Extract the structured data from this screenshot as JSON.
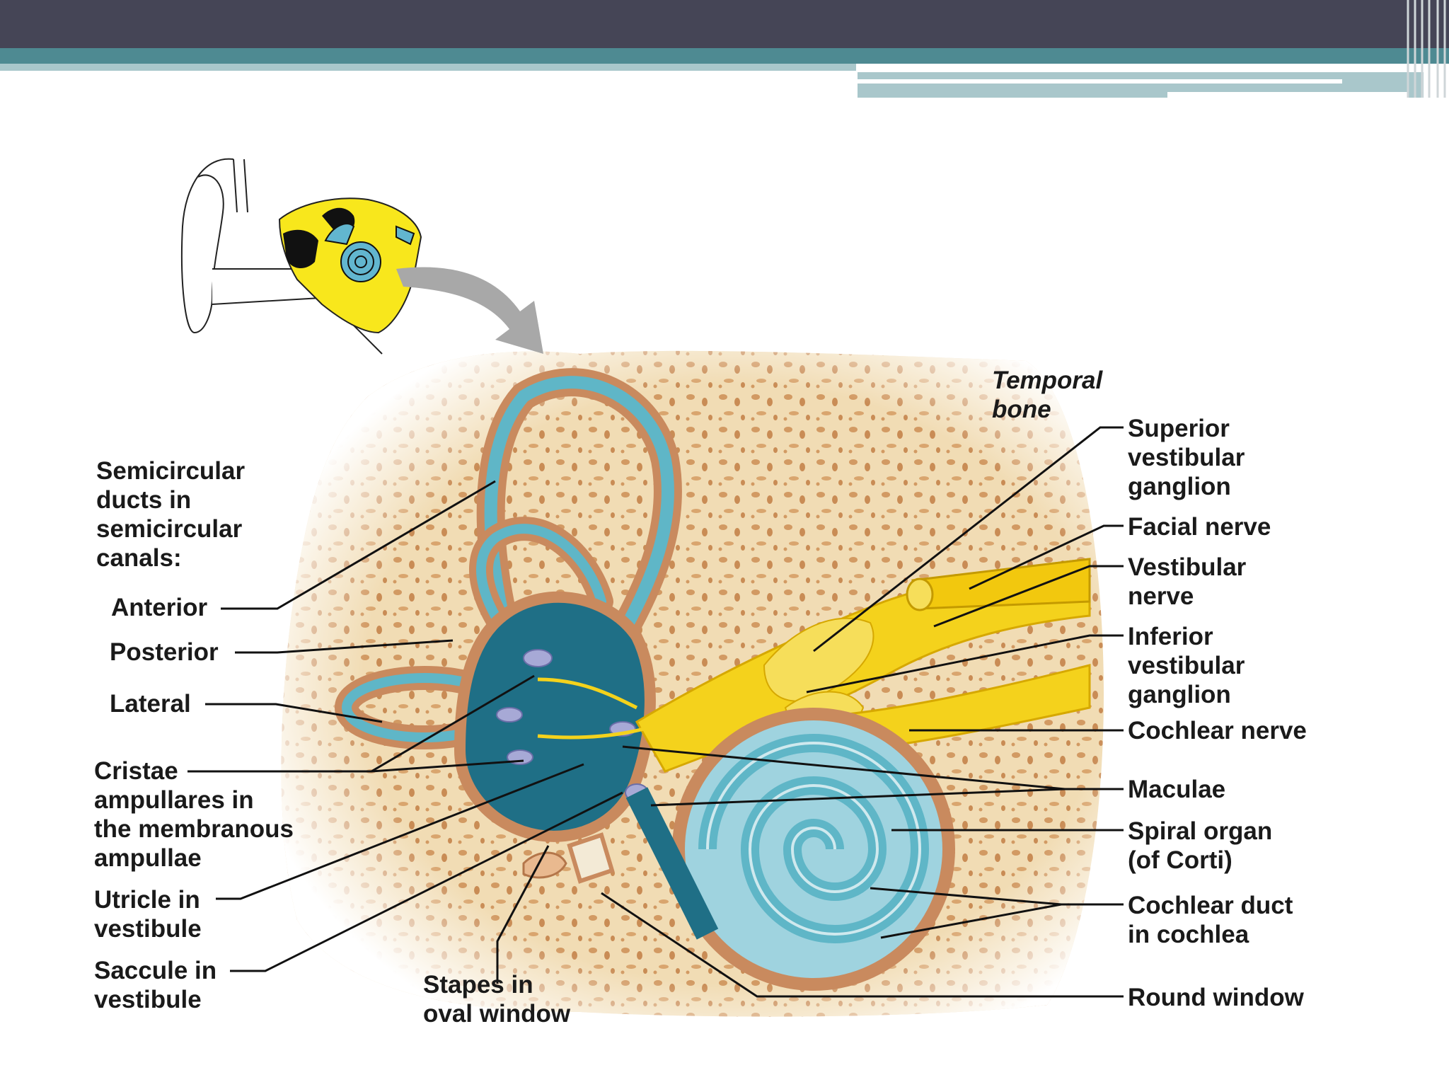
{
  "diagram": {
    "labels": {
      "temporal_bone": [
        "Temporal",
        "bone"
      ],
      "semicircular_heading": [
        "Semicircular",
        "ducts in",
        "semicircular",
        "canals:"
      ],
      "anterior": "Anterior",
      "posterior": "Posterior",
      "lateral": "Lateral",
      "cristae": [
        "Cristae",
        "ampullares in",
        "the membranous",
        "ampullae"
      ],
      "utricle": [
        "Utricle in",
        "vestibule"
      ],
      "saccule": [
        "Saccule in",
        "vestibule"
      ],
      "stapes": [
        "Stapes in",
        "oval window"
      ],
      "superior_vestibular_ganglion": [
        "Superior",
        "vestibular",
        "ganglion"
      ],
      "facial_nerve": "Facial nerve",
      "vestibular_nerve": [
        "Vestibular",
        "nerve"
      ],
      "inferior_vestibular_ganglion": [
        "Inferior",
        "vestibular",
        "ganglion"
      ],
      "cochlear_nerve": "Cochlear nerve",
      "maculae": "Maculae",
      "spiral_organ": [
        "Spiral organ",
        "(of Corti)"
      ],
      "cochlear_duct": [
        "Cochlear duct",
        "in cochlea"
      ],
      "round_window": "Round window"
    },
    "colors": {
      "bone": "#f1dcb4",
      "bone_spots": "#d9a56e",
      "labyrinth_outer": "#c98a5e",
      "duct_blue": "#5fb6c7",
      "duct_dark": "#1f6f86",
      "nerve_yellow": "#f4d21c",
      "header_dark": "#454556",
      "header_teal": "#4e8a92"
    }
  }
}
